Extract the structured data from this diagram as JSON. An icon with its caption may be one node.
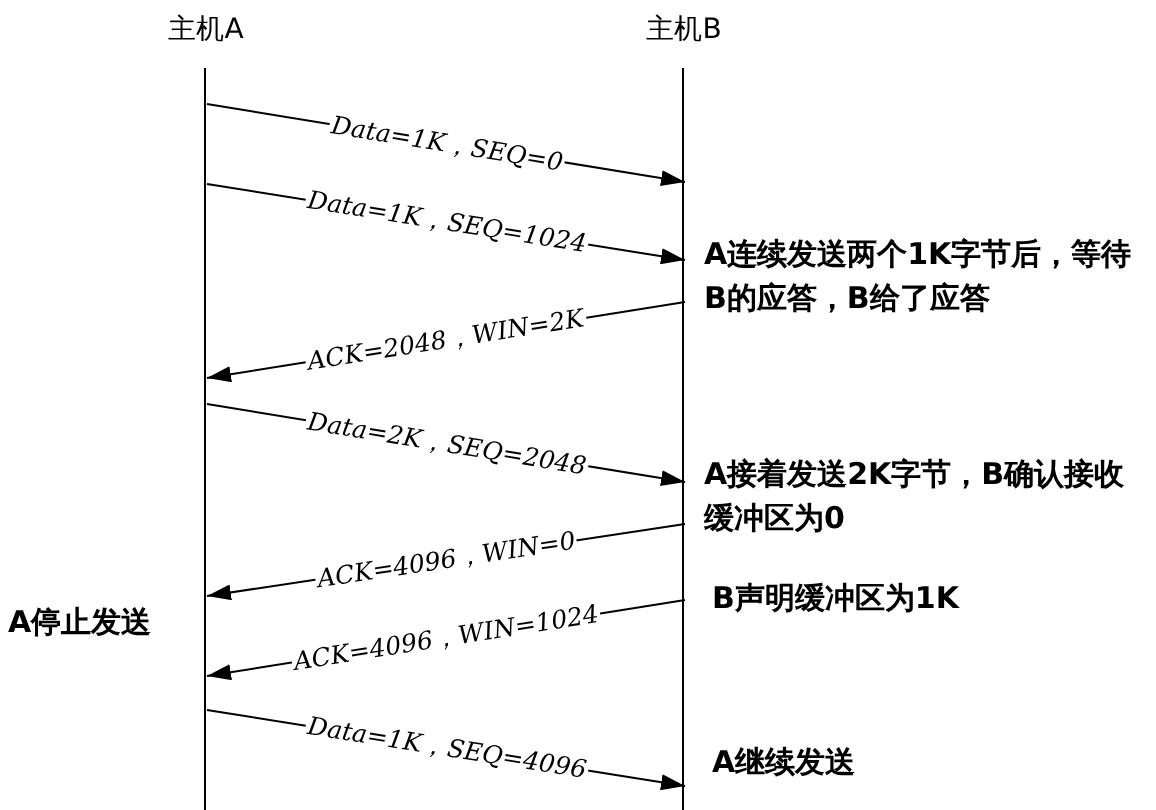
{
  "diagram": {
    "nodes": [
      {
        "text": [
          "主机A"
        ]
      },
      {
        "text": [
          "主机B"
        ]
      }
    ],
    "edges": [
      {
        "from": 0,
        "to": 1,
        "arrow": "to",
        "label": "Data=1K，SEQ=0"
      },
      {
        "from": 0,
        "to": 1,
        "arrow": "to",
        "label": "Data=1K，SEQ=1024"
      },
      {
        "from": 1,
        "to": 0,
        "arrow": "to",
        "label": "ACK=2048，WIN=2K"
      },
      {
        "from": 0,
        "to": 1,
        "arrow": "to",
        "label": "Data=2K，SEQ=2048"
      },
      {
        "from": 1,
        "to": 0,
        "arrow": "to",
        "label": "ACK=4096，WIN=0"
      },
      {
        "from": 1,
        "to": 0,
        "arrow": "to",
        "label": "ACK=4096，WIN=1024"
      },
      {
        "from": 0,
        "to": 1,
        "arrow": "to",
        "label": "Data=1K，SEQ=4096"
      }
    ],
    "labels": [
      "A连续发送两个1K字节后，等待B的应答，B给了应答",
      "A接着发送2K字节，B确认接收缓冲区为0",
      "B声明缓冲区为1K",
      "A停止发送",
      "A继续发送"
    ]
  }
}
